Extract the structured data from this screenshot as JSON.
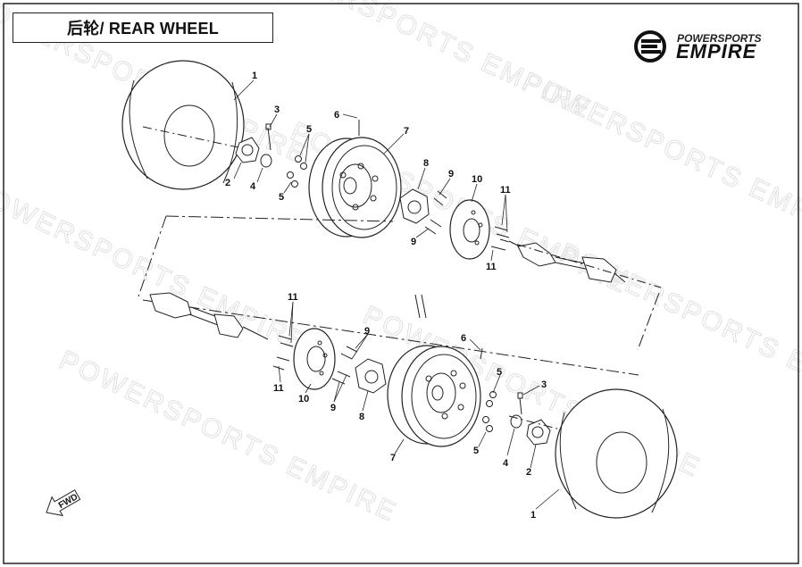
{
  "title": "后轮/ REAR WHEEL",
  "logo": {
    "top": "POWERSPORTS",
    "main": "EMPIRE"
  },
  "watermark": "POWERSPORTS EMPIRE",
  "fwd_label": "FWD",
  "callouts": {
    "c1a": "1",
    "c2a": "2",
    "c3a": "3",
    "c4a": "4",
    "c5a": "5",
    "c5b": "5",
    "c6a": "6",
    "c7a": "7",
    "c8a": "8",
    "c9a": "9",
    "c9b": "9",
    "c10a": "10",
    "c11a": "11",
    "c11b": "11",
    "c1b": "1",
    "c2b": "2",
    "c3b": "3",
    "c4b": "4",
    "c5c": "5",
    "c5d": "5",
    "c6b": "6",
    "c7b": "7",
    "c8b": "8",
    "c9c": "9",
    "c9d": "9",
    "c10b": "10",
    "c11c": "11",
    "c11d": "11"
  }
}
